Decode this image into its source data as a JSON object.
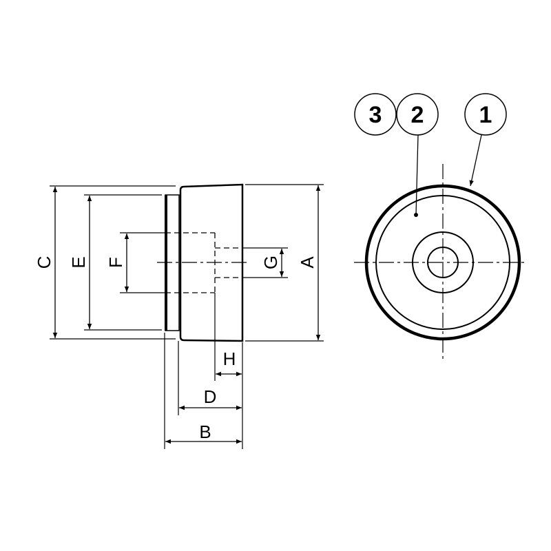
{
  "dimensions": {
    "A": "A",
    "B": "B",
    "C": "C",
    "D": "D",
    "E": "E",
    "F": "F",
    "G": "G",
    "H": "H"
  },
  "balloons": [
    "3",
    "2",
    "1"
  ],
  "colors": {
    "line": "#000000",
    "background": "#ffffff"
  }
}
